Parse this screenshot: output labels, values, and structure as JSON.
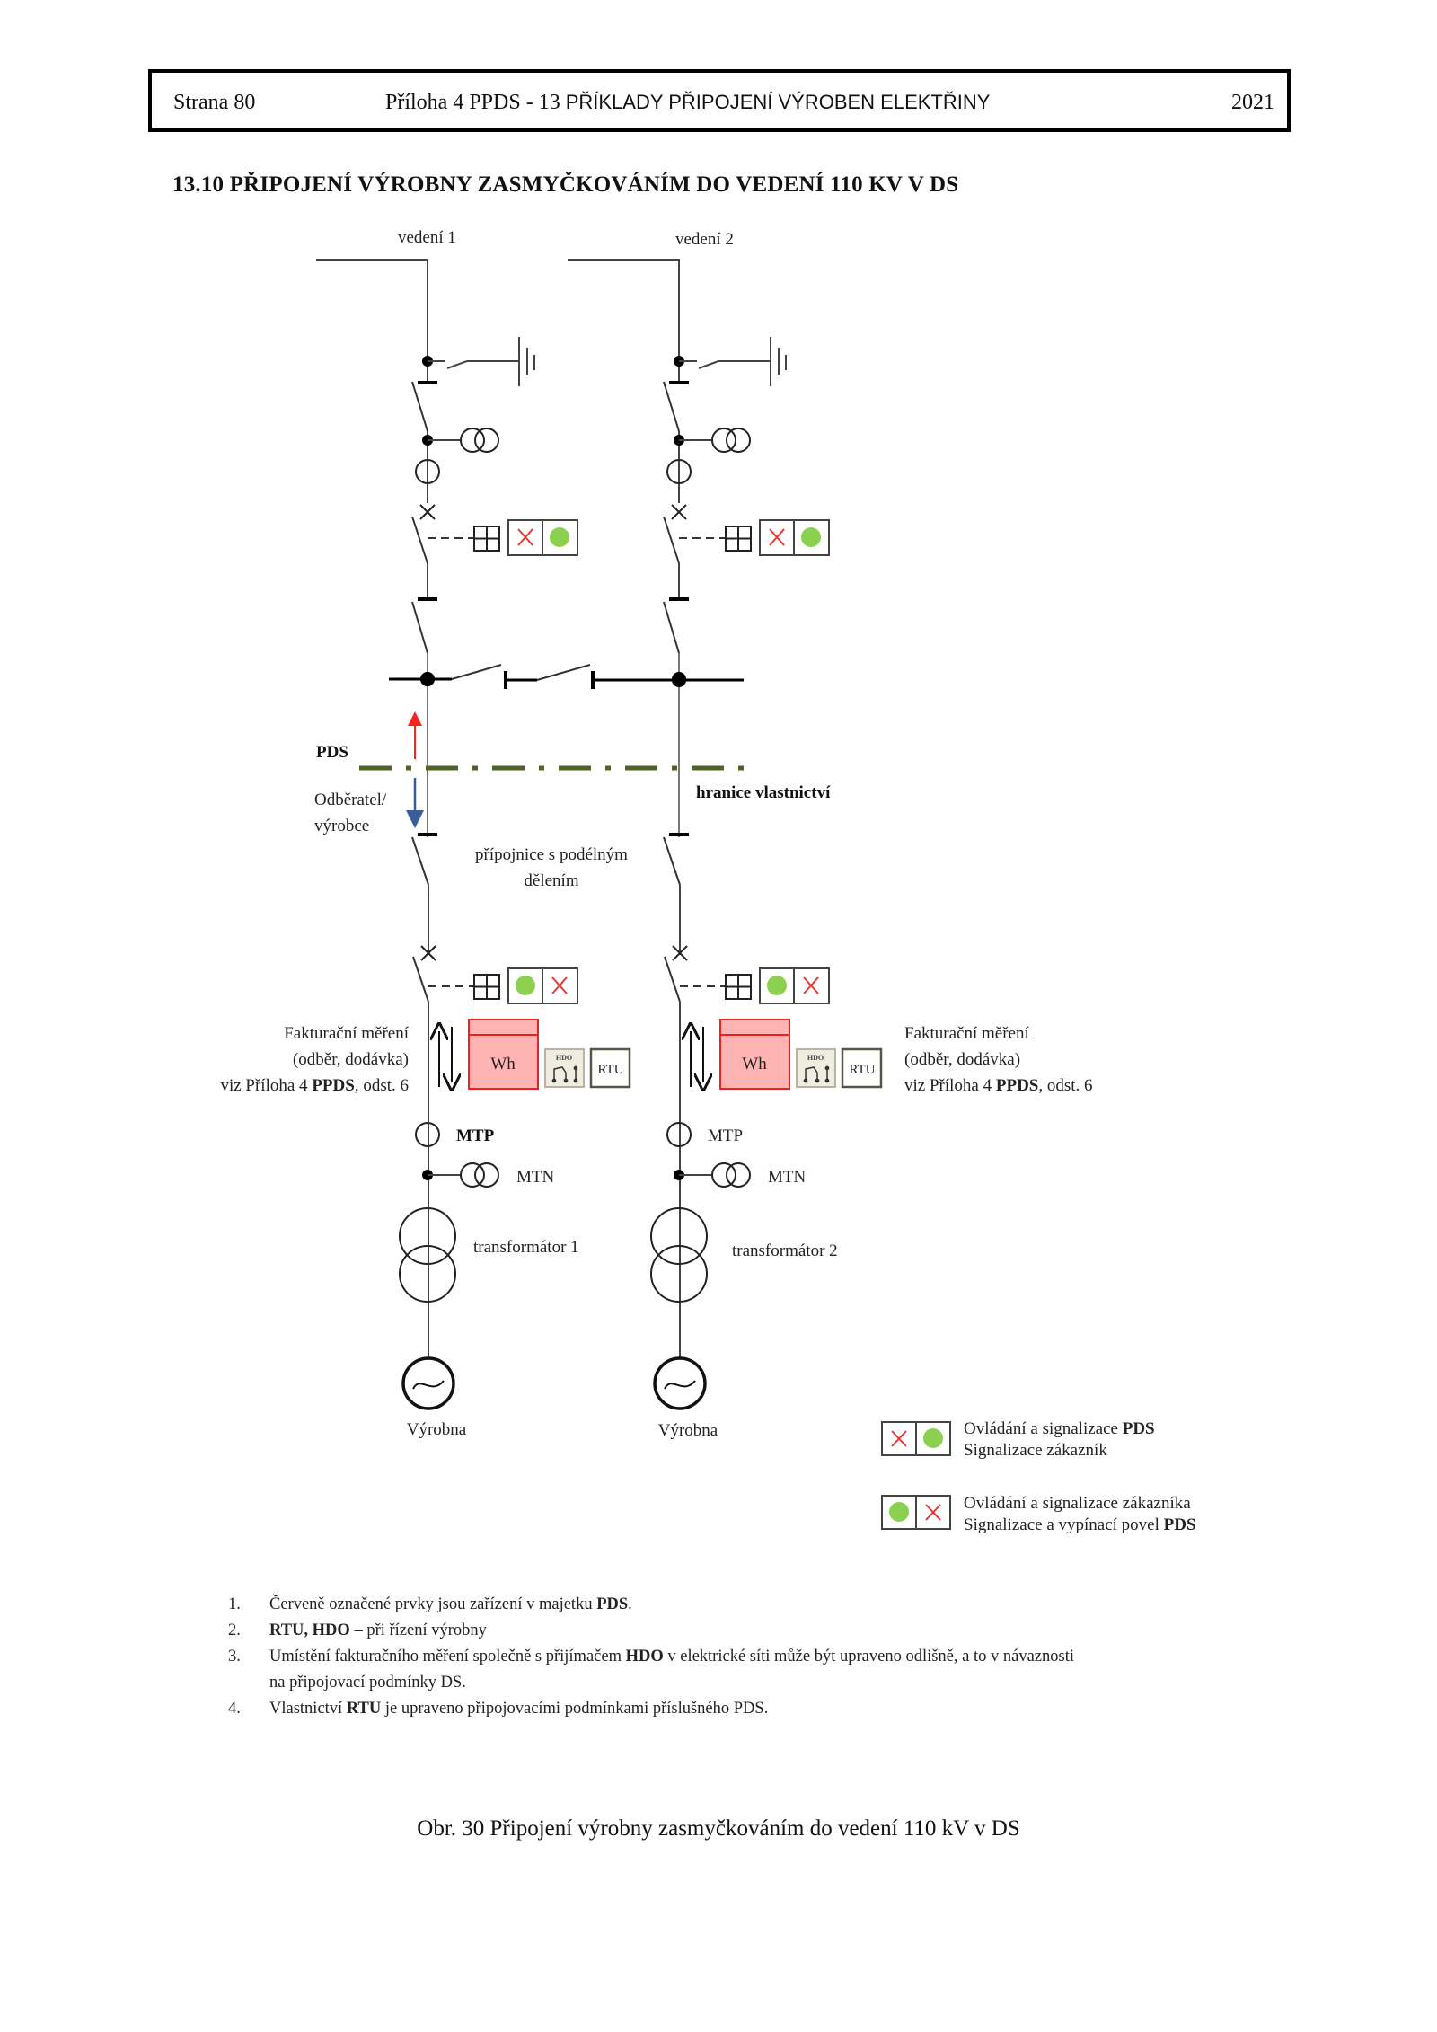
{
  "header": {
    "page": "Strana 80",
    "annex": "Příloha 4 PPDS - 13",
    "chapter": "PŘÍKLADY PŘIPOJENÍ VÝROBEN ELEKTŘINY",
    "year": "2021"
  },
  "section_title": "13.10  PŘIPOJENÍ VÝROBNY ZASMYČKOVÁNÍM DO VEDENÍ 110 KV V DS",
  "diagram": {
    "feeders": [
      {
        "line_label": "vedení 1",
        "transformer_label": "transformátor 1",
        "generator_label": "Výrobna",
        "meter_label": "Wh",
        "hdo_label": "HDO",
        "rtu_label": "RTU",
        "mtp_label": "MTP",
        "mtn_label": "MTN"
      },
      {
        "line_label": "vedení 2",
        "transformer_label": "transformátor 2",
        "generator_label": "Výrobna",
        "meter_label": "Wh",
        "hdo_label": "HDO",
        "rtu_label": "RTU",
        "mtp_label": "MTP",
        "mtn_label": "MTN"
      }
    ],
    "pds_label": "PDS",
    "customer_label_1": "Odběratel/",
    "customer_label_2": "výrobce",
    "boundary_label": "hranice vlastnictví",
    "busbar_label_1": "přípojnice s podélným",
    "busbar_label_2": "dělením",
    "billing_left": {
      "line1": "Fakturační měření",
      "line2": "(odběr, dodávka)",
      "line3_pre": "viz Příloha 4 ",
      "line3_bold": "PPDS",
      "line3_post": ", odst. 6"
    },
    "billing_right": {
      "line1": "Fakturační měření",
      "line2": "(odběr, dodávka)",
      "line3_pre": "viz Příloha 4 ",
      "line3_bold": "PPDS",
      "line3_post": ", odst. 6"
    },
    "colors": {
      "pds_red": "#ee3333",
      "signal_green": "#8cd04f",
      "meter_fill": "#ffb3b3",
      "boundary_green": "#4f6228",
      "arrow_red": "#ff2020",
      "arrow_blue": "#3b5e9a",
      "hdo_fill": "#efece0"
    }
  },
  "legend": [
    {
      "line1_pre": "Ovládání a signalizace ",
      "line1_bold": "PDS",
      "line2_pre": "Signalizace zákazník",
      "line2_bold": ""
    },
    {
      "line1_pre": "Ovládání a signalizace zákazníka",
      "line1_bold": "",
      "line2_pre": "Signalizace a vypínací povel ",
      "line2_bold": "PDS"
    }
  ],
  "notes": [
    {
      "num": "1.",
      "parts": [
        "Červeně označené prvky jsou zařízení v majetku ",
        "PDS",
        "."
      ]
    },
    {
      "num": "2.",
      "parts": [
        "",
        "RTU, HDO",
        " – při řízení výrobny"
      ]
    },
    {
      "num": "3.",
      "parts": [
        "Umístění fakturačního měření společně s přijímačem ",
        "HDO",
        " v elektrické síti může být upraveno odlišně, a to v návaznosti"
      ]
    },
    {
      "num": "",
      "parts": [
        "na připojovací podmínky DS.",
        "",
        ""
      ]
    },
    {
      "num": "4.",
      "parts": [
        "Vlastnictví ",
        "RTU",
        " je upraveno připojovacími podmínkami příslušného PDS."
      ]
    }
  ],
  "caption": "Obr. 30   Připojení výrobny zasmyčkováním do vedení 110 kV v DS"
}
